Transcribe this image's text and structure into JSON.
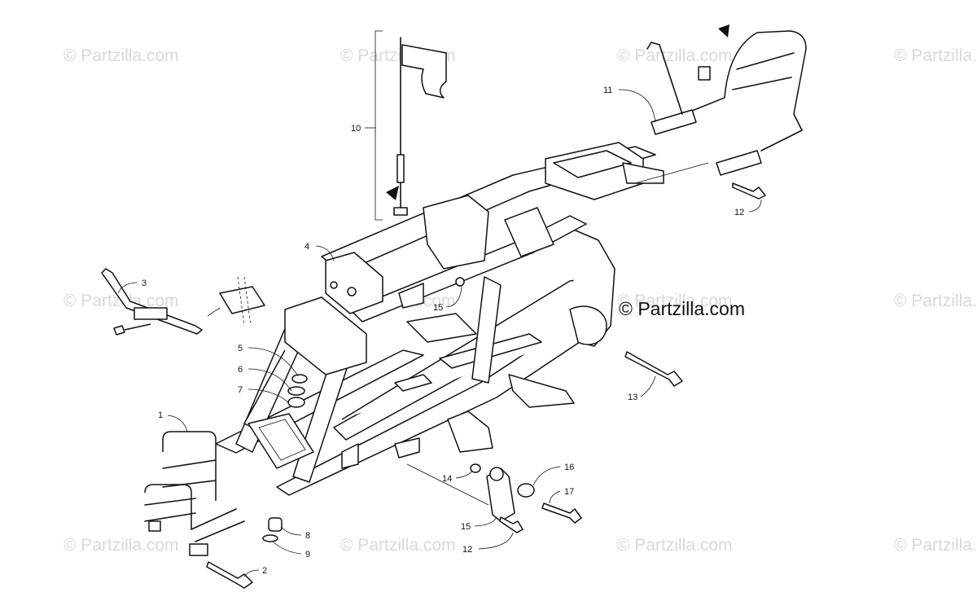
{
  "watermarks": [
    "© Partzilla.com",
    "© Partzilla.com",
    "© Partzilla.com",
    "© Partzilla.com",
    "© Partzilla.com",
    "© Partzilla.com",
    "© Partzilla.com",
    "© Partzilla.com",
    "© Partzilla.com",
    "© Partzilla.com",
    "© Partzilla.com",
    "© Partzilla.com"
  ],
  "copyright_notice": "© Partzilla.com",
  "callouts": {
    "c1": "1",
    "c2": "2",
    "c3": "3",
    "c4": "4",
    "c5": "5",
    "c6": "6",
    "c7": "7",
    "c8": "8",
    "c9": "9",
    "c10": "10",
    "c11": "11",
    "c12a": "12",
    "c12b": "12",
    "c13": "13",
    "c14": "14",
    "c15a": "15",
    "c15b": "15",
    "c16": "16",
    "c17": "17"
  }
}
